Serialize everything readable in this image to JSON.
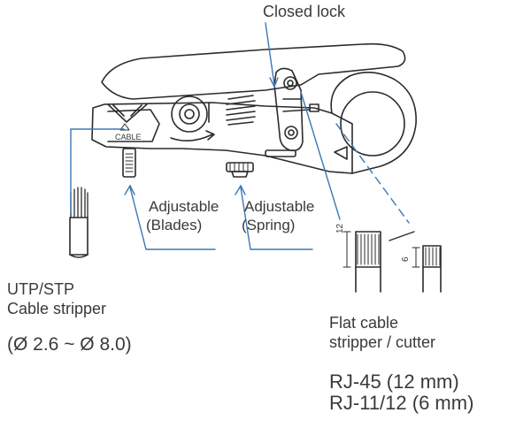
{
  "labels": {
    "closed_lock": "Closed lock",
    "cable_mark": "CABLE",
    "adjustable_blades_line1": "Adjustable",
    "adjustable_blades_line2": "(Blades)",
    "adjustable_spring_line1": "Adjustable",
    "adjustable_spring_line2": "(Spring)",
    "utp_line1": "UTP/STP",
    "utp_line2": "Cable stripper",
    "utp_range": "(Ø 2.6 ~ Ø 8.0)",
    "flat_line1": "Flat cable",
    "flat_line2": "stripper / cutter",
    "rj45": "RJ-45 (12 mm)",
    "rj11": "RJ-11/12 (6 mm)",
    "dim_12": "12",
    "dim_6": "6"
  },
  "colors": {
    "callout_blue": "#3a78b5",
    "line_dark": "#2b2b2b",
    "text_gray": "#3a3a3a"
  }
}
